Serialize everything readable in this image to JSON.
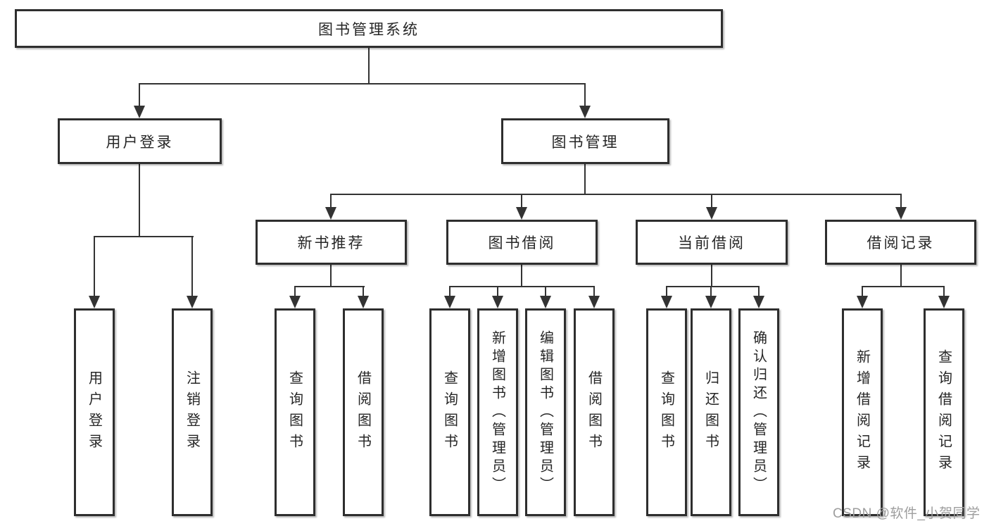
{
  "colors": {
    "bg": "#ffffff",
    "line": "#333333",
    "box-border": "#2e2e2e",
    "text": "#262626",
    "watermark": "#9e9e9e"
  },
  "diagram": {
    "root": {
      "label": "图书管理系统"
    },
    "level2": [
      {
        "label": "用户登录"
      },
      {
        "label": "图书管理"
      }
    ],
    "level3": [
      {
        "label": "新书推荐"
      },
      {
        "label": "图书借阅"
      },
      {
        "label": "当前借阅"
      },
      {
        "label": "借阅记录"
      }
    ],
    "leaves": {
      "login": [
        "用户登录",
        "注销登录"
      ],
      "recommend": [
        "查询图书",
        "借阅图书"
      ],
      "borrow": [
        "查询图书",
        "新增图书（管理员）",
        "编辑图书（管理员）",
        "借阅图书"
      ],
      "current": [
        "查询图书",
        "归还图书",
        "确认归还（管理员）"
      ],
      "records": [
        "新增借阅记录",
        "查询借阅记录"
      ]
    }
  },
  "watermark": {
    "text": "CSDN @软件_小贺同学"
  }
}
